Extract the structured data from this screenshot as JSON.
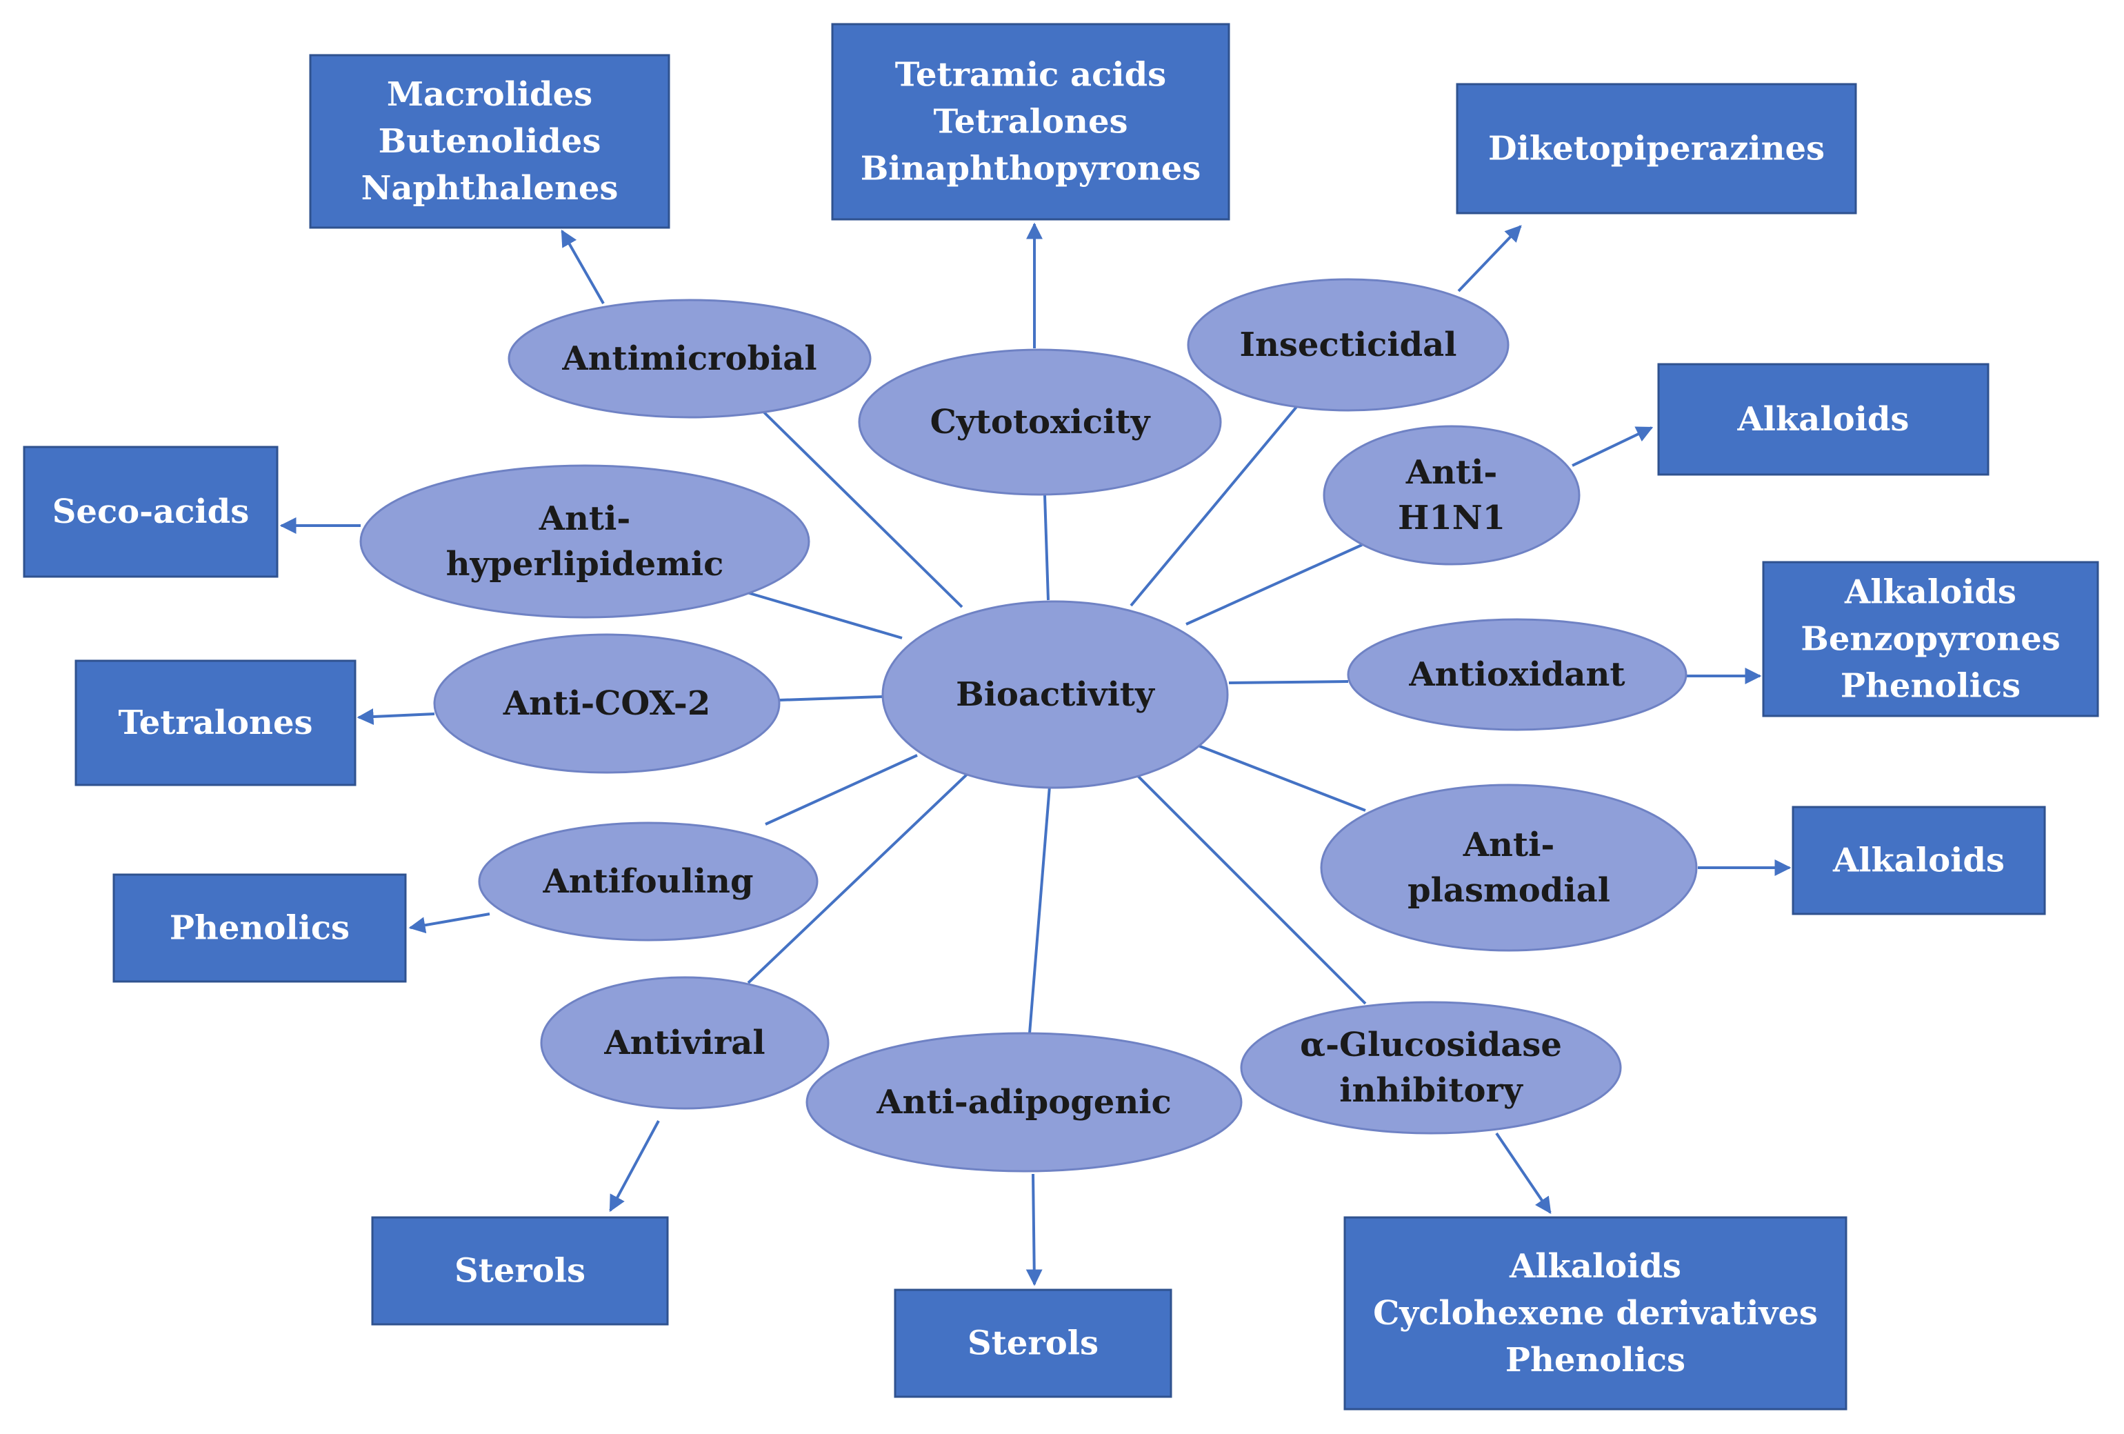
{
  "colors": {
    "ellipse_fill": "#8F9FD9",
    "ellipse_stroke": "#6F82C4",
    "box_fill": "#4472C4",
    "box_stroke": "#2F528F",
    "connector": "#4472C4"
  },
  "center": {
    "id": "bioactivity",
    "lines": [
      "Bioactivity"
    ]
  },
  "activities": [
    {
      "id": "antimicrobial",
      "lines": [
        "Antimicrobial"
      ],
      "compounds": [
        "Macrolides",
        "Butenolides",
        "Naphthalenes"
      ]
    },
    {
      "id": "cytotoxicity",
      "lines": [
        "Cytotoxicity"
      ],
      "compounds": [
        "Tetramic acids",
        "Tetralones",
        "Binaphthopyrones"
      ]
    },
    {
      "id": "insecticidal",
      "lines": [
        "Insecticidal"
      ],
      "compounds": [
        "Diketopiperazines"
      ]
    },
    {
      "id": "anti-h1n1",
      "lines": [
        "Anti-",
        "H1N1"
      ],
      "compounds": [
        "Alkaloids"
      ]
    },
    {
      "id": "anti-hyperlipidemic",
      "lines": [
        "Anti-",
        "hyperlipidemic"
      ],
      "compounds": [
        "Seco-acids"
      ]
    },
    {
      "id": "anti-cox-2",
      "lines": [
        "Anti-COX-2"
      ],
      "compounds": [
        "Tetralones"
      ]
    },
    {
      "id": "antioxidant",
      "lines": [
        "Antioxidant"
      ],
      "compounds": [
        "Alkaloids",
        "Benzopyrones",
        "Phenolics"
      ]
    },
    {
      "id": "antifouling",
      "lines": [
        "Antifouling"
      ],
      "compounds": [
        "Phenolics"
      ]
    },
    {
      "id": "anti-plasmodial",
      "lines": [
        "Anti-",
        "plasmodial"
      ],
      "compounds": [
        "Alkaloids"
      ]
    },
    {
      "id": "antiviral",
      "lines": [
        "Antiviral"
      ],
      "compounds": [
        "Sterols"
      ]
    },
    {
      "id": "anti-adipogenic",
      "lines": [
        "Anti-adipogenic"
      ],
      "compounds": [
        "Sterols"
      ]
    },
    {
      "id": "alpha-glucosidase-inhibitory",
      "lines": [
        "α-Glucosidase",
        "inhibitory"
      ],
      "compounds": [
        "Alkaloids",
        "Cyclohexene derivatives",
        "Phenolics"
      ]
    }
  ]
}
